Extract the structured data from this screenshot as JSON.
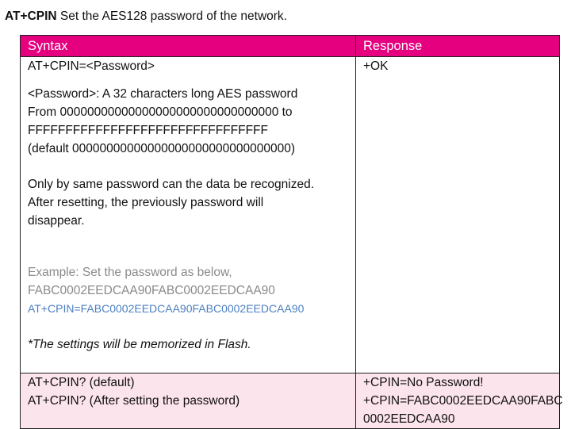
{
  "heading": {
    "command": "AT+CPIN",
    "description": " Set the AES128 password of the network."
  },
  "table": {
    "headers": [
      "Syntax",
      "Response"
    ],
    "row1": {
      "syntax": "AT+CPIN=<Password>",
      "param_lines": [
        "<Password>: A 32 characters long AES password",
        "From 00000000000000000000000000000000 to",
        "FFFFFFFFFFFFFFFFFFFFFFFFFFFFFFFF",
        "(default 00000000000000000000000000000000)"
      ],
      "note_lines": [
        "Only by same password can the data be recognized.",
        "After resetting, the previously password will",
        "disappear."
      ],
      "example_lines": [
        "Example: Set the password as below,",
        "FABC0002EEDCAA90FABC0002EEDCAA90"
      ],
      "example_command": "AT+CPIN=FABC0002EEDCAA90FABC0002EEDCAA90",
      "flash_note": "*The settings will be memorized in Flash.",
      "response": "+OK"
    },
    "row2": {
      "syntax_lines": [
        "AT+CPIN? (default)",
        "AT+CPIN? (After setting the password)"
      ],
      "response_lines": [
        "+CPIN=No Password!",
        "+CPIN=FABC0002EEDCAA90FABC",
        "0002EEDCAA90"
      ]
    }
  },
  "colors": {
    "header_bg": "#e4007f",
    "row_highlight": "#fce4ec",
    "example_gray": "#8a8a8a",
    "example_blue": "#4a7fc1"
  }
}
